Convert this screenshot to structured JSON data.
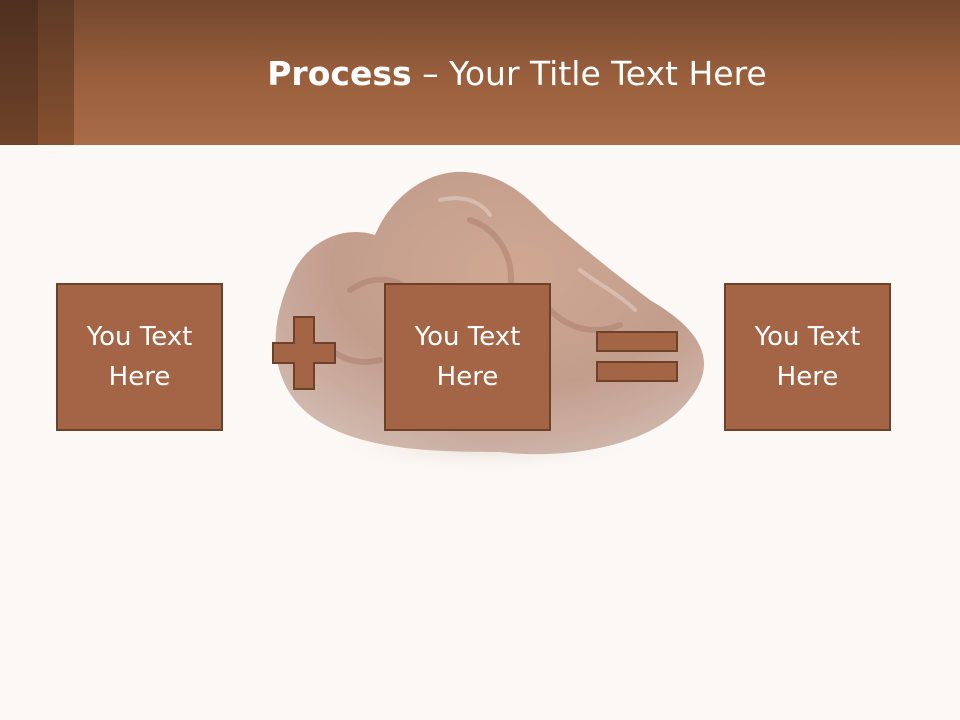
{
  "slide": {
    "title_bold": "Process",
    "title_rest": " – Your Title Text Here",
    "boxes": [
      {
        "text": "You Text Here"
      },
      {
        "text": "You Text Here"
      },
      {
        "text": "You Text Here"
      }
    ],
    "operators": [
      "plus",
      "equals"
    ]
  },
  "colors": {
    "header": "#a86c47",
    "box_fill": "#a36545",
    "box_border": "#6e4129",
    "background": "#fcf8f5"
  }
}
